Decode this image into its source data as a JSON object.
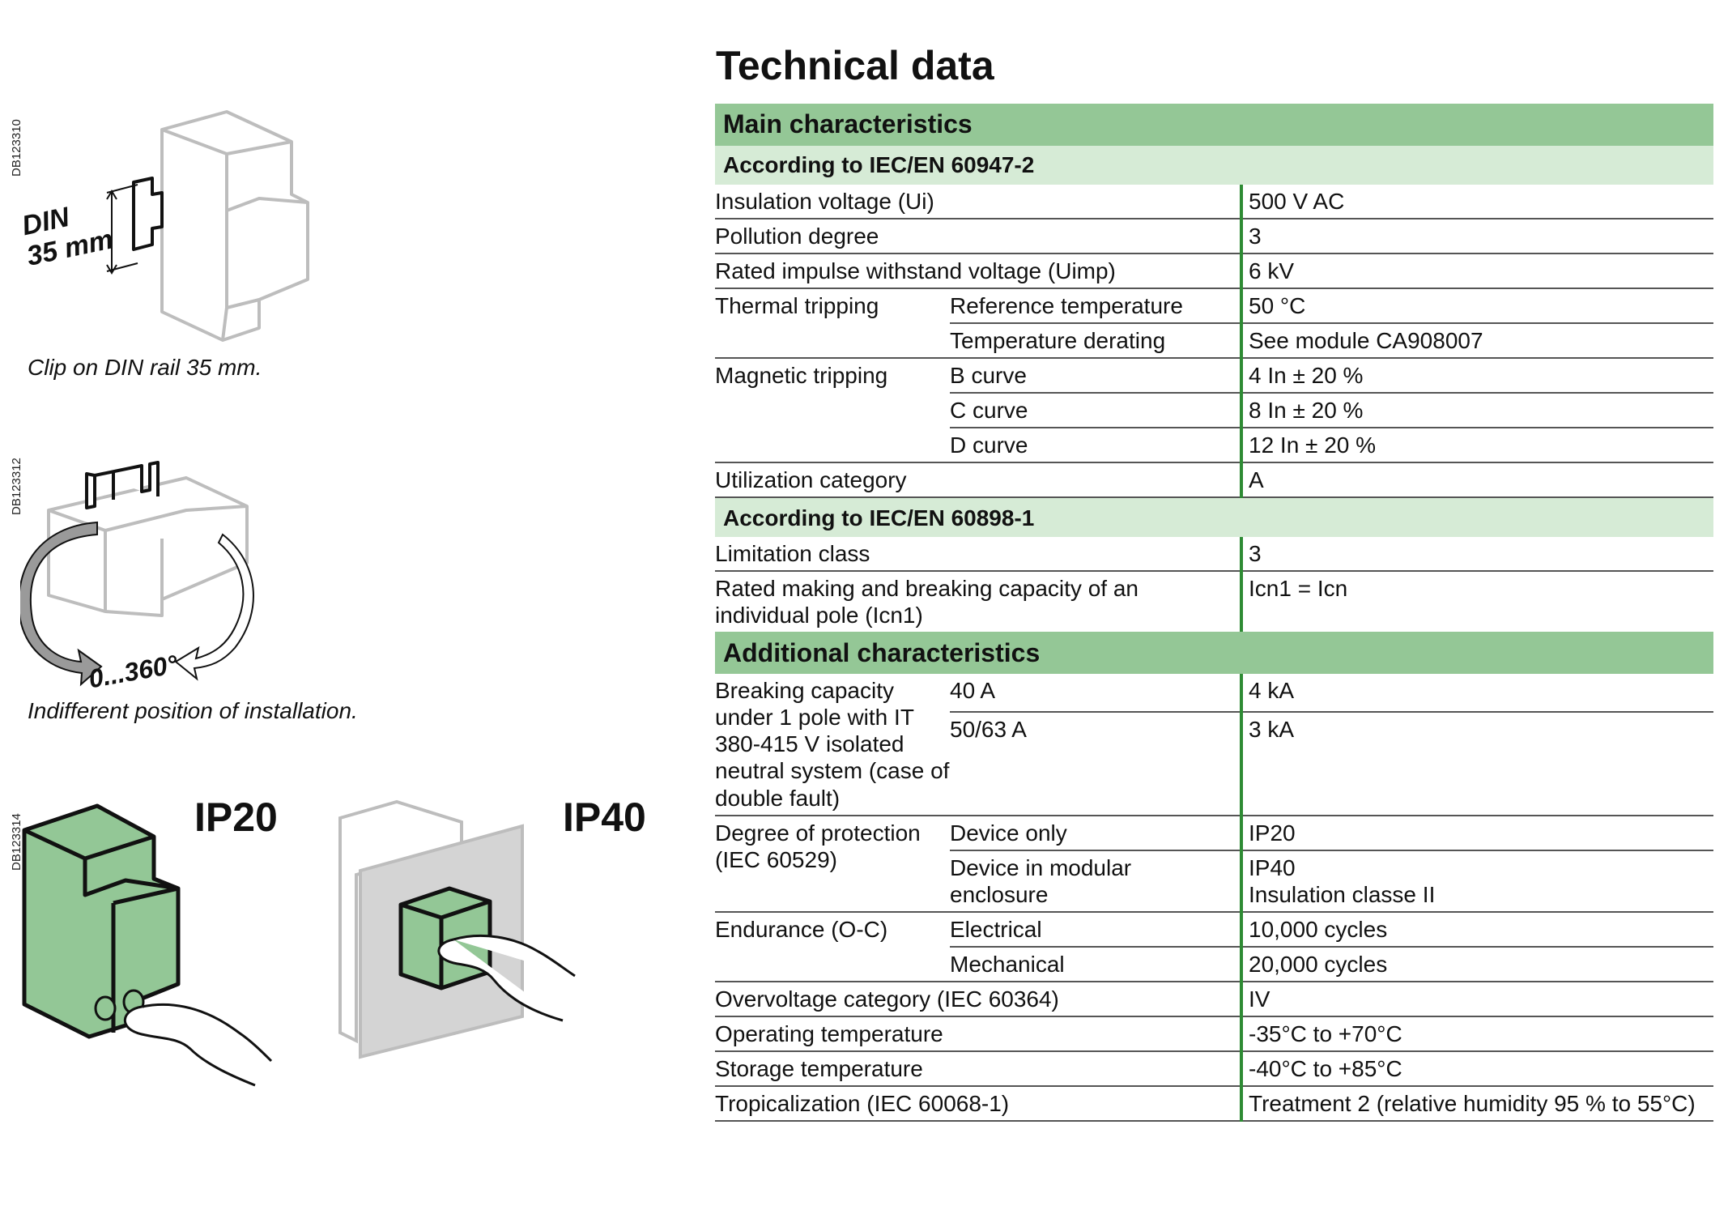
{
  "figures": {
    "din": {
      "ref": "DB123310",
      "label_line1": "DIN",
      "label_line2": "35 mm",
      "caption": "Clip on DIN rail 35 mm."
    },
    "position": {
      "ref": "DB123312",
      "angle_label": "0...360°",
      "caption": "Indifferent position of installation."
    },
    "ip": {
      "ref": "DB123314",
      "ip20_label": "IP20",
      "ip40_label": "IP40"
    }
  },
  "title": "Technical data",
  "sections": {
    "main": "Main characteristics",
    "iec60947": "According to IEC/EN 60947-2",
    "iec60898": "According to IEC/EN 60898-1",
    "additional": "Additional characteristics"
  },
  "rows": {
    "insulation": {
      "label": "Insulation voltage (Ui)",
      "value": "500 V AC"
    },
    "pollution": {
      "label": "Pollution degree",
      "value": "3"
    },
    "impulse": {
      "label": "Rated impulse withstand voltage (Uimp)",
      "value": "6 kV"
    },
    "thermal": {
      "label": "Thermal tripping",
      "ref_temp": {
        "sub": "Reference temperature",
        "value": "50 °C"
      },
      "derating": {
        "sub": "Temperature derating",
        "value": "See module CA908007"
      }
    },
    "magnetic": {
      "label": "Magnetic tripping",
      "b": {
        "sub": "B curve",
        "value": "4 In ± 20 %"
      },
      "c": {
        "sub": "C curve",
        "value": "8 In ± 20 %"
      },
      "d": {
        "sub": "D curve",
        "value": "12 In ± 20 %"
      }
    },
    "utilization": {
      "label": "Utilization category",
      "value": "A"
    },
    "limitation": {
      "label": "Limitation class",
      "value": "3"
    },
    "making": {
      "label": "Rated making and breaking capacity of an individual pole (Icn1)",
      "value": "Icn1 = Icn"
    },
    "breaking": {
      "label": "Breaking capacity under 1 pole with IT 380-415 V isolated neutral system (case of double fault)",
      "a40": {
        "sub": "40 A",
        "value": "4 kA"
      },
      "a5063": {
        "sub": "50/63 A",
        "value": "3 kA"
      }
    },
    "protection": {
      "label": "Degree of protection (IEC 60529)",
      "device": {
        "sub": "Device only",
        "value": "IP20"
      },
      "enclosure": {
        "sub": "Device in modular enclosure",
        "value": "IP40\nInsulation classe II"
      }
    },
    "endurance": {
      "label": "Endurance (O-C)",
      "electrical": {
        "sub": "Electrical",
        "value": "10,000 cycles"
      },
      "mechanical": {
        "sub": "Mechanical",
        "value": "20,000 cycles"
      }
    },
    "overvoltage": {
      "label": "Overvoltage category (IEC 60364)",
      "value": "IV"
    },
    "operating": {
      "label": "Operating temperature",
      "value": "-35°C to +70°C"
    },
    "storage": {
      "label": "Storage temperature",
      "value": "-40°C to +85°C"
    },
    "tropicalization": {
      "label": "Tropicalization (IEC 60068-1)",
      "value": "Treatment 2 (relative humidity 95 % to 55°C)"
    }
  },
  "colors": {
    "main_header_bg": "#94c796",
    "sub_header_bg": "#d6ebd6",
    "value_divider": "#2e8b34",
    "device_green": "#93c796"
  }
}
